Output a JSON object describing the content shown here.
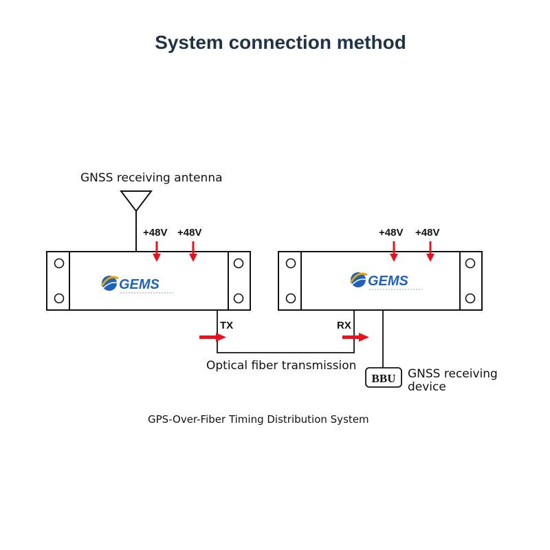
{
  "title": "System connection method",
  "antenna_label": "GNSS receiving antenna",
  "left_unit": {
    "brand": "GEMS",
    "voltage_labels": [
      "+48V",
      "+48V"
    ],
    "port_label": "TX"
  },
  "right_unit": {
    "brand": "GEMS",
    "voltage_labels": [
      "+48V",
      "+48V"
    ],
    "port_label": "RX"
  },
  "fiber_label": "Optical fiber transmission",
  "bbu_label": "BBU",
  "device_label_line1": "GNSS receiving",
  "device_label_line2": "device",
  "caption": "GPS-Over-Fiber Timing Distribution System",
  "colors": {
    "title": "#1f3347",
    "arrow": "#e8121b",
    "brand_blue": "#1f63b8",
    "brand_gold": "#e2a417"
  }
}
